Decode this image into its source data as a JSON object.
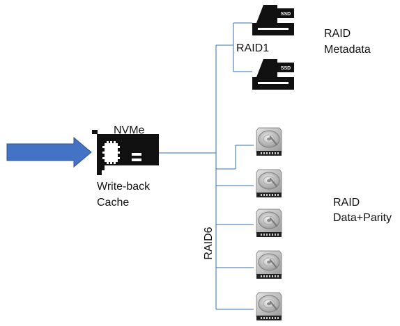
{
  "labels": {
    "nvme": "NVMe",
    "cache_line1": "Write-back",
    "cache_line2": "Cache",
    "raid1": "RAID1",
    "raid1_desc_line1": "RAID",
    "raid1_desc_line2": "Metadata",
    "raid6": "RAID6",
    "raid6_desc_line1": "RAID",
    "raid6_desc_line2": "Data+Parity",
    "ssd_tag": "SSD"
  },
  "colors": {
    "connector_line": "#2f6fb3",
    "input_arrow": "#4472c4",
    "input_arrow_border": "#2f528f",
    "device_dark": "#111111",
    "hdd_light": "#d0d0d0"
  },
  "devices": {
    "nvme_card": {
      "icon": "pcie-card-icon"
    },
    "ssds": [
      {
        "icon": "ssd-icon",
        "tag": "SSD"
      },
      {
        "icon": "ssd-icon",
        "tag": "SSD"
      }
    ],
    "hdds": [
      {
        "icon": "hard-drive-icon"
      },
      {
        "icon": "hard-drive-icon"
      },
      {
        "icon": "hard-drive-icon"
      },
      {
        "icon": "hard-drive-icon"
      },
      {
        "icon": "hard-drive-icon"
      }
    ]
  }
}
